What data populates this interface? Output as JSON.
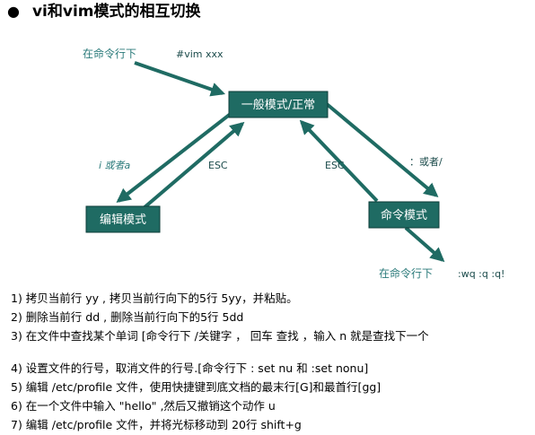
{
  "title": "vi和vim模式的相互切换",
  "colors": {
    "box_fill": "#1f6b63",
    "box_text": "#ffffff",
    "arrow": "#1f6b63",
    "label_teal": "#2a7a7a",
    "label_dark": "#1a4a4a"
  },
  "diagram": {
    "boxes": {
      "normal": "一般模式/正常",
      "edit": "编辑模式",
      "command": "命令模式"
    },
    "labels": {
      "top_prompt": "在命令行下",
      "vim_cmd": "#vim  xxx",
      "enter_edit": "i 或者a",
      "esc_left": "ESC",
      "esc_right": "ESC",
      "enter_cmd": "：或者/",
      "bottom_prompt": "在命令行下",
      "quit_cmds": ":wq  :q   :q!"
    }
  },
  "notes": [
    "1) 拷贝当前行    yy , 拷贝当前行向下的5行  5yy，并粘贴。",
    "2) 删除当前行  dd  , 删除当前行向下的5行 5dd",
    "3) 在文件中查找某个单词 [命令行下 /关键字 ，  回车 查找 ，输入 n 就是查找下一个",
    "4) 设置文件的行号，取消文件的行号.[命令行下  : set nu 和  :set nonu]",
    "5) 编辑 /etc/profile 文件，使用快捷键到底文档的最末行[G]和最首行[gg]",
    "6) 在一个文件中输入 \"hello\" ,然后又撤销这个动作  u",
    "7) 编辑  /etc/profile 文件，并将光标移动到  20行 shift+g"
  ]
}
